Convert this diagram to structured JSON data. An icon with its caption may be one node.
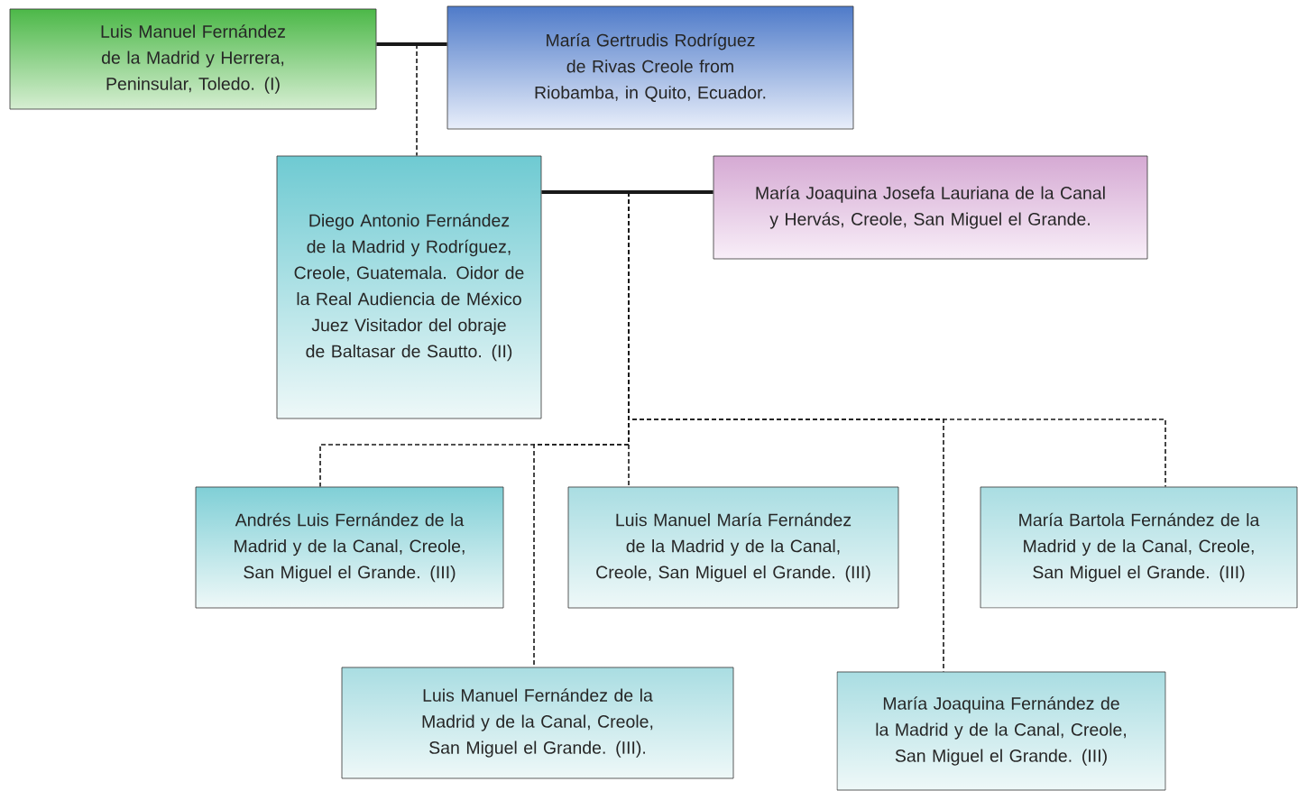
{
  "diagram": {
    "nodes": [
      {
        "text": [
          "Luis Manuel Fernández de la Madrid y Herrera, Peninsular, Toledo. (I)"
        ]
      },
      {
        "text": [
          "María Gertrudis Rodríguez de Rivas Creole from Riobamba, in Quito, Ecuador."
        ]
      },
      {
        "text": [
          "Diego Antonio Fernández de la Madrid y Rodríguez, Creole, Guatemala. Oidor de la Real Audiencia de México Juez Visitador del obraje de Baltasar de Sautto. (II)"
        ]
      },
      {
        "text": [
          "María Joaquina Josefa Lauriana de la Canal y Hervás, Creole, San Miguel el Grande."
        ]
      },
      {
        "text": [
          "Andrés Luis Fernández de la Madrid y de la Canal, Creole, San Miguel el Grande. (III)"
        ]
      },
      {
        "text": [
          "Luis Manuel María Fernández de la Madrid y de la Canal, Creole, San Miguel el Grande. (III)"
        ]
      },
      {
        "text": [
          "María Bartola Fernández de la Madrid y de la Canal, Creole, San Miguel el Grande. (III)"
        ]
      },
      {
        "text": [
          "Luis Manuel Fernández de la Madrid y de la Canal, Creole, San Miguel el Grande. (III)."
        ]
      },
      {
        "text": [
          "María Joaquina Fernández de la Madrid y de la Canal, Creole, San Miguel el Grande. (III)"
        ]
      }
    ],
    "edges": [
      {
        "from": 0,
        "to": 1,
        "arrow": "none",
        "style": "thick"
      },
      {
        "from": null,
        "to": 2,
        "arrow": "none",
        "style": "dashed"
      },
      {
        "from": 2,
        "to": 3,
        "arrow": "none",
        "style": "thick"
      },
      {
        "from": null,
        "to": 4,
        "arrow": "none",
        "style": "dashed"
      },
      {
        "from": null,
        "to": 5,
        "arrow": "none",
        "style": "dashed"
      },
      {
        "from": null,
        "to": 6,
        "arrow": "none",
        "style": "dashed"
      },
      {
        "from": null,
        "to": 7,
        "arrow": "none",
        "style": "dashed"
      },
      {
        "from": null,
        "to": 8,
        "arrow": "none",
        "style": "dashed"
      }
    ]
  }
}
